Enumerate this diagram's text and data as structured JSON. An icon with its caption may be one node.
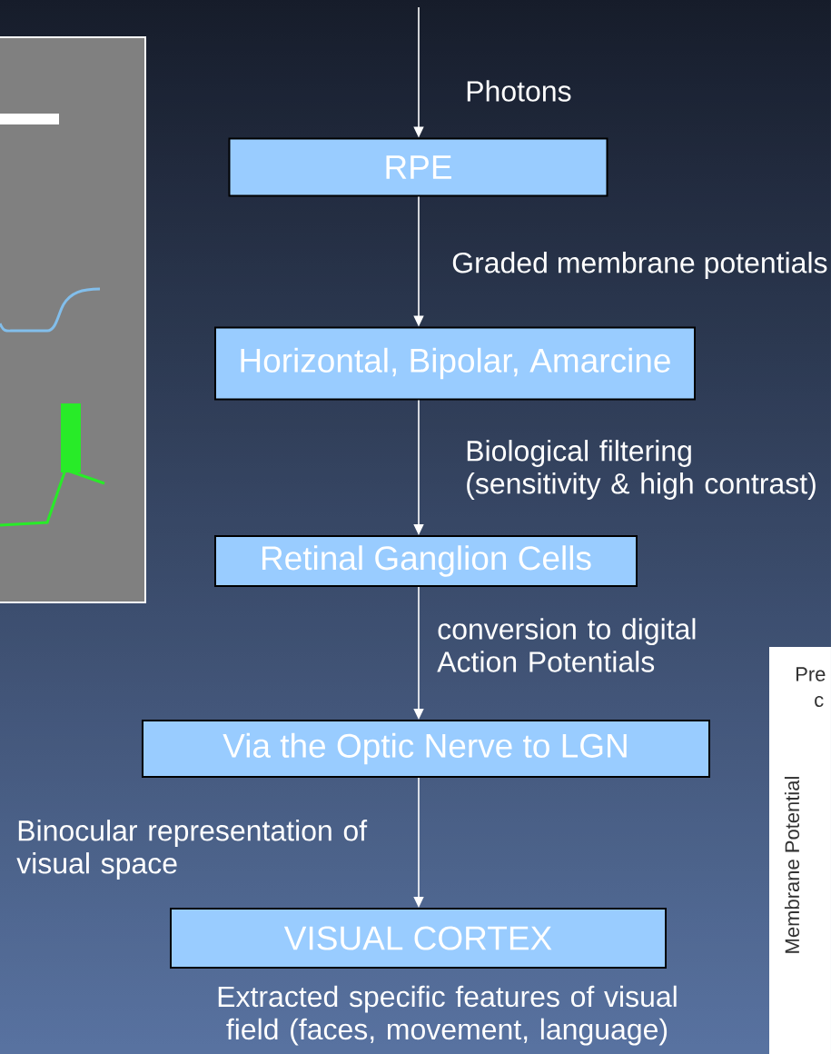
{
  "diagram": {
    "nodes": [
      {
        "text": [
          "RPE"
        ]
      },
      {
        "text": [
          "Horizontal, Bipolar, Amarcine"
        ]
      },
      {
        "text": [
          "Retinal Ganglion Cells"
        ]
      },
      {
        "text": [
          "Via the Optic Nerve to LGN"
        ]
      },
      {
        "text": [
          "VISUAL CORTEX"
        ],
        "beside": [
          "Extracted specific features of visual field (faces, movement, language)"
        ]
      }
    ],
    "edges": [
      {
        "from": null,
        "to": 0,
        "arrow": "to",
        "label": "Photons"
      },
      {
        "from": 0,
        "to": 1,
        "arrow": "to",
        "label": "Graded membrane potentials"
      },
      {
        "from": 1,
        "to": 2,
        "arrow": "to",
        "label": "Biological filtering (sensitivity & high contrast)"
      },
      {
        "from": 2,
        "to": 3,
        "arrow": "to",
        "label": "conversion to digital Action Potentials"
      },
      {
        "from": 3,
        "to": 4,
        "arrow": "to",
        "label": "Binocular representation of visual space"
      }
    ],
    "labels": [
      "Pre",
      "c",
      "Membrane Potential"
    ]
  }
}
